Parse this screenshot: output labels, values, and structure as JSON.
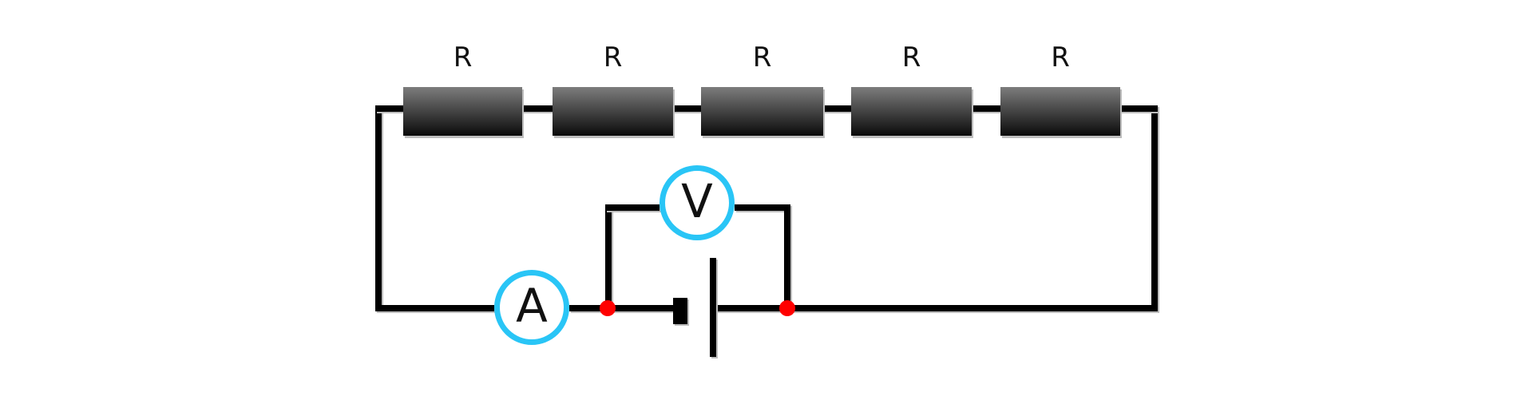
{
  "diagram_type": "series-resistor-circuit-with-ammeter-voltmeter-battery",
  "labels": {
    "ammeter": "A",
    "voltmeter": "V"
  },
  "resistors": [
    {
      "label": "R"
    },
    {
      "label": "R"
    },
    {
      "label": "R"
    },
    {
      "label": "R"
    },
    {
      "label": "R"
    }
  ],
  "junction_count": 2,
  "colors": {
    "wire": "#000000",
    "meter-ring": "#29c5f6",
    "junction": "#ff0000",
    "resistor-top": "#7d7d7d",
    "resistor-bottom": "#0a0a0a",
    "shadow": "#bdbdbd",
    "background": "#ffffff"
  }
}
